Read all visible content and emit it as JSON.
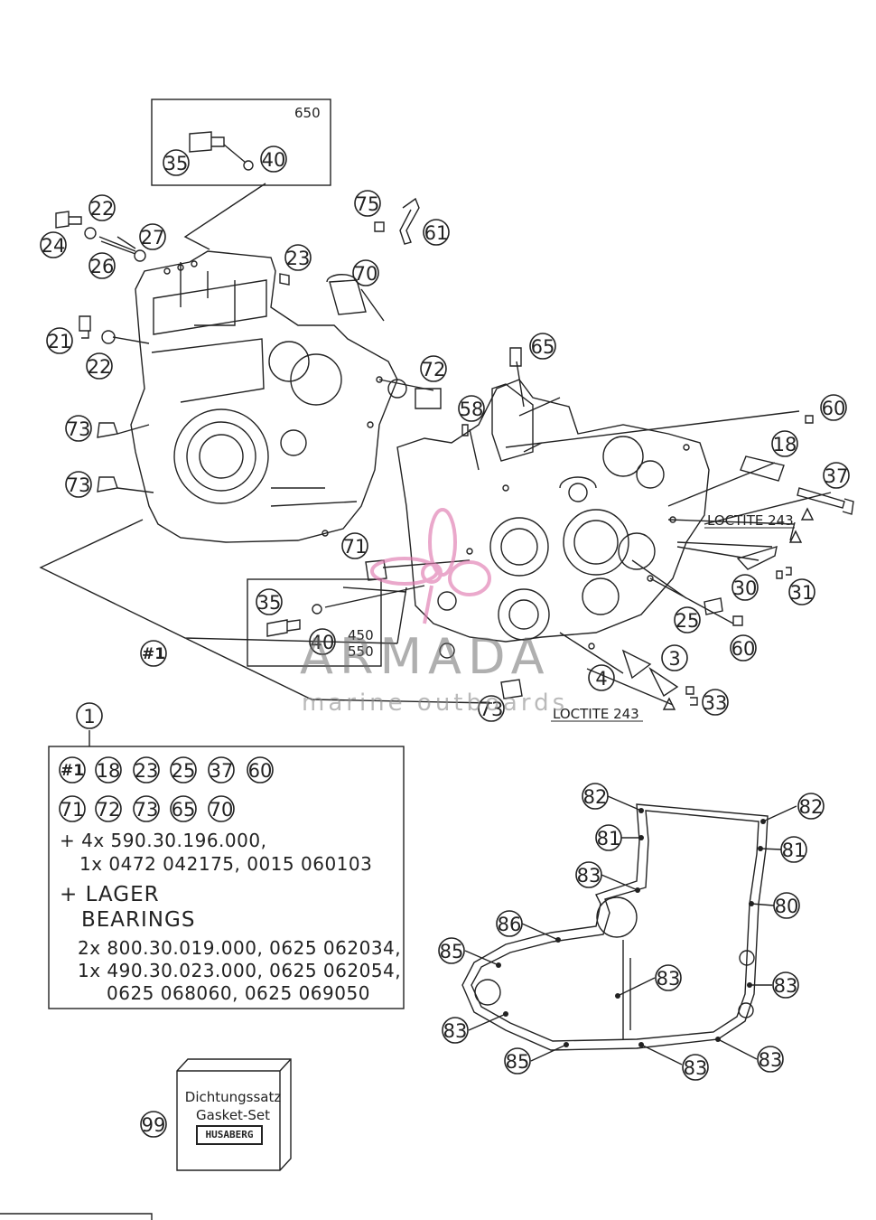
{
  "callouts": [
    {
      "id": "c35a",
      "text": "35"
    },
    {
      "id": "c40a",
      "text": "40"
    },
    {
      "id": "c22a",
      "text": "22"
    },
    {
      "id": "c24",
      "text": "24"
    },
    {
      "id": "c27",
      "text": "27"
    },
    {
      "id": "c26",
      "text": "26"
    },
    {
      "id": "c23",
      "text": "23"
    },
    {
      "id": "c75",
      "text": "75"
    },
    {
      "id": "c61",
      "text": "61"
    },
    {
      "id": "c70",
      "text": "70"
    },
    {
      "id": "c21",
      "text": "21"
    },
    {
      "id": "c22b",
      "text": "22"
    },
    {
      "id": "c72",
      "text": "72"
    },
    {
      "id": "c65",
      "text": "65"
    },
    {
      "id": "c58",
      "text": "58"
    },
    {
      "id": "c60a",
      "text": "60"
    },
    {
      "id": "c18",
      "text": "18"
    },
    {
      "id": "c37",
      "text": "37"
    },
    {
      "id": "c73a",
      "text": "73"
    },
    {
      "id": "c73b",
      "text": "73"
    },
    {
      "id": "c71",
      "text": "71"
    },
    {
      "id": "c30",
      "text": "30"
    },
    {
      "id": "c31",
      "text": "31"
    },
    {
      "id": "c35b",
      "text": "35"
    },
    {
      "id": "c40b",
      "text": "40"
    },
    {
      "id": "c25",
      "text": "25"
    },
    {
      "id": "c60b",
      "text": "60"
    },
    {
      "id": "c3",
      "text": "3"
    },
    {
      "id": "c4",
      "text": "4"
    },
    {
      "id": "c1hash",
      "text": "#1"
    },
    {
      "id": "c73c",
      "text": "73"
    },
    {
      "id": "c33",
      "text": "33"
    },
    {
      "id": "c1",
      "text": "1"
    },
    {
      "id": "c82a",
      "text": "82"
    },
    {
      "id": "c82b",
      "text": "82"
    },
    {
      "id": "c81a",
      "text": "81"
    },
    {
      "id": "c81b",
      "text": "81"
    },
    {
      "id": "c83a",
      "text": "83"
    },
    {
      "id": "c80",
      "text": "80"
    },
    {
      "id": "c83b",
      "text": "83"
    },
    {
      "id": "c85a",
      "text": "85"
    },
    {
      "id": "c86",
      "text": "86"
    },
    {
      "id": "c83c",
      "text": "83"
    },
    {
      "id": "c85b",
      "text": "85"
    },
    {
      "id": "c83d",
      "text": "83"
    },
    {
      "id": "c83e",
      "text": "83"
    },
    {
      "id": "c83f",
      "text": "83"
    },
    {
      "id": "c99",
      "text": "99"
    }
  ],
  "variant_labels": {
    "top_box": "650",
    "mid_box_line1": "450",
    "mid_box_line2": "550"
  },
  "notes": {
    "loctite_1": "LOCTITE 243",
    "loctite_2": "LOCTITE 243"
  },
  "kit": {
    "row1": [
      "#1",
      "18",
      "23",
      "25",
      "37",
      "60"
    ],
    "row2": [
      "71",
      "72",
      "73",
      "65",
      "70"
    ],
    "line1": "+ 4x 590.30.196.000,",
    "line2": "1x 0472 042175, 0015 060103",
    "line3": "+ LAGER",
    "line4": "BEARINGS",
    "line5": "2x 800.30.019.000, 0625 062034,",
    "line6": "1x 490.30.023.000, 0625 062054,",
    "line7": "0625 068060, 0625 069050"
  },
  "gasket_set": {
    "line1": "Dichtungssatz",
    "line2": "Gasket-Set",
    "brand": "HUSABERG"
  },
  "watermark": {
    "line1": "ARMADA",
    "line2": "marine outboards",
    "accent_color": "#e07bb0"
  },
  "colors": {
    "ink": "#222222",
    "background": "#ffffff"
  }
}
